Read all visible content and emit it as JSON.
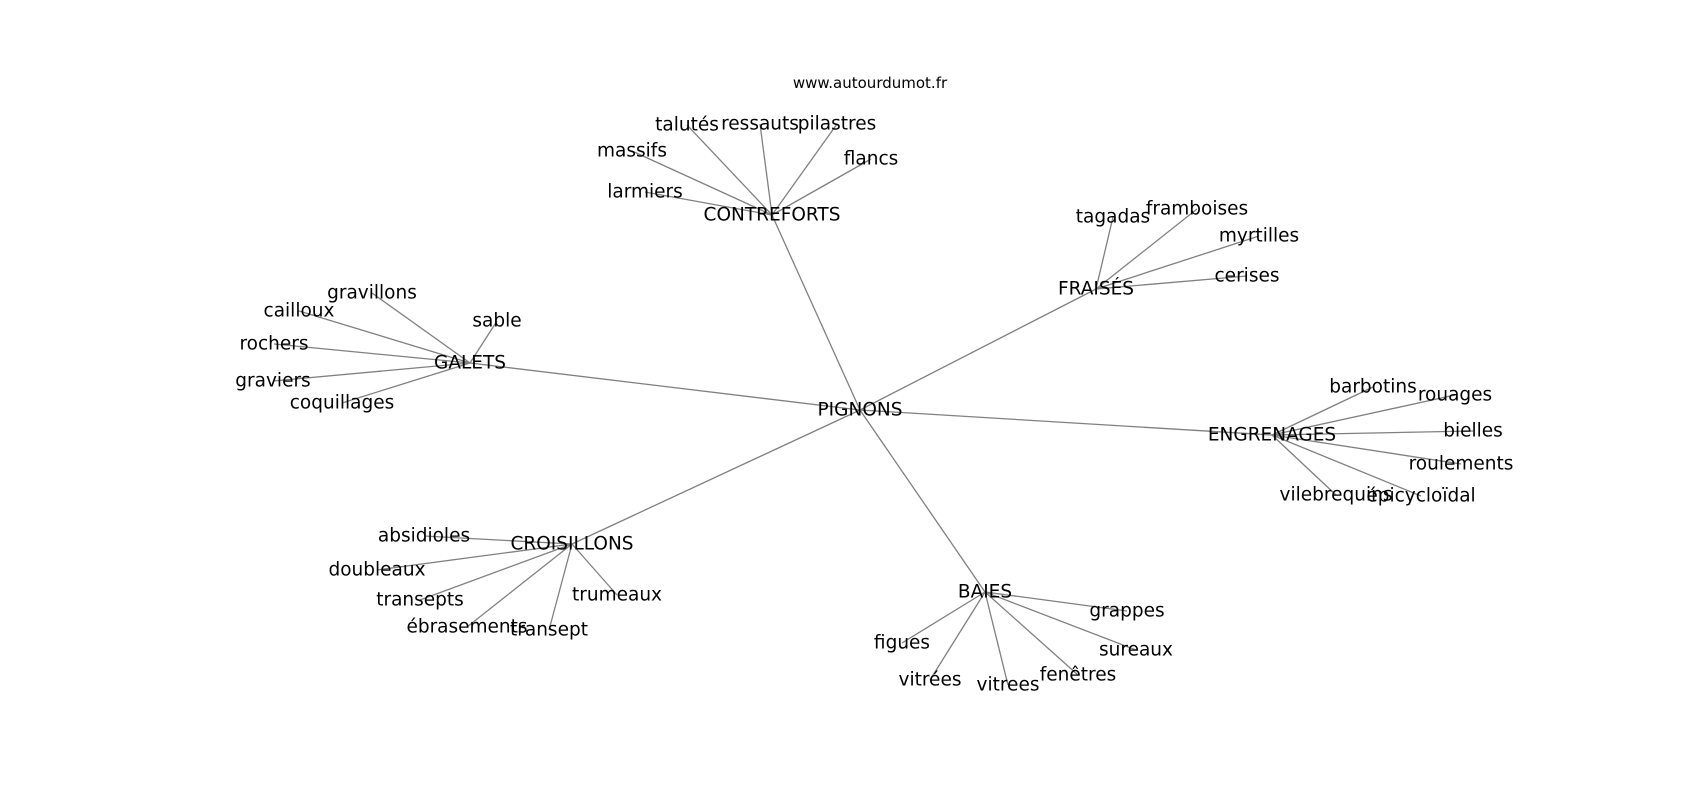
{
  "site": "www.autourdumot.fr",
  "root": "PIGNONS",
  "hubs": [
    {
      "label": "CONTREFORTS",
      "leaves": [
        "talutés",
        "ressauts",
        "pilastres",
        "massifs",
        "flancs",
        "larmiers"
      ]
    },
    {
      "label": "FRAISÉS",
      "leaves": [
        "tagadas",
        "framboises",
        "myrtilles",
        "cerises"
      ]
    },
    {
      "label": "GALETS",
      "leaves": [
        "gravillons",
        "cailloux",
        "sable",
        "rochers",
        "graviers",
        "coquillages"
      ]
    },
    {
      "label": "ENGRENAGES",
      "leaves": [
        "barbotins",
        "rouages",
        "bielles",
        "roulements",
        "vilebrequins",
        "épicycloïdal"
      ]
    },
    {
      "label": "CROISILLONS",
      "leaves": [
        "absidioles",
        "doubleaux",
        "transepts",
        "ébrasements",
        "transept",
        "trumeaux"
      ]
    },
    {
      "label": "BAIES",
      "leaves": [
        "grappes",
        "sureaux",
        "figues",
        "vitrées",
        "vitrees",
        "fenêtres"
      ]
    }
  ],
  "colors": {
    "edge": "#808080",
    "text": "#000000",
    "background": "#ffffff"
  }
}
